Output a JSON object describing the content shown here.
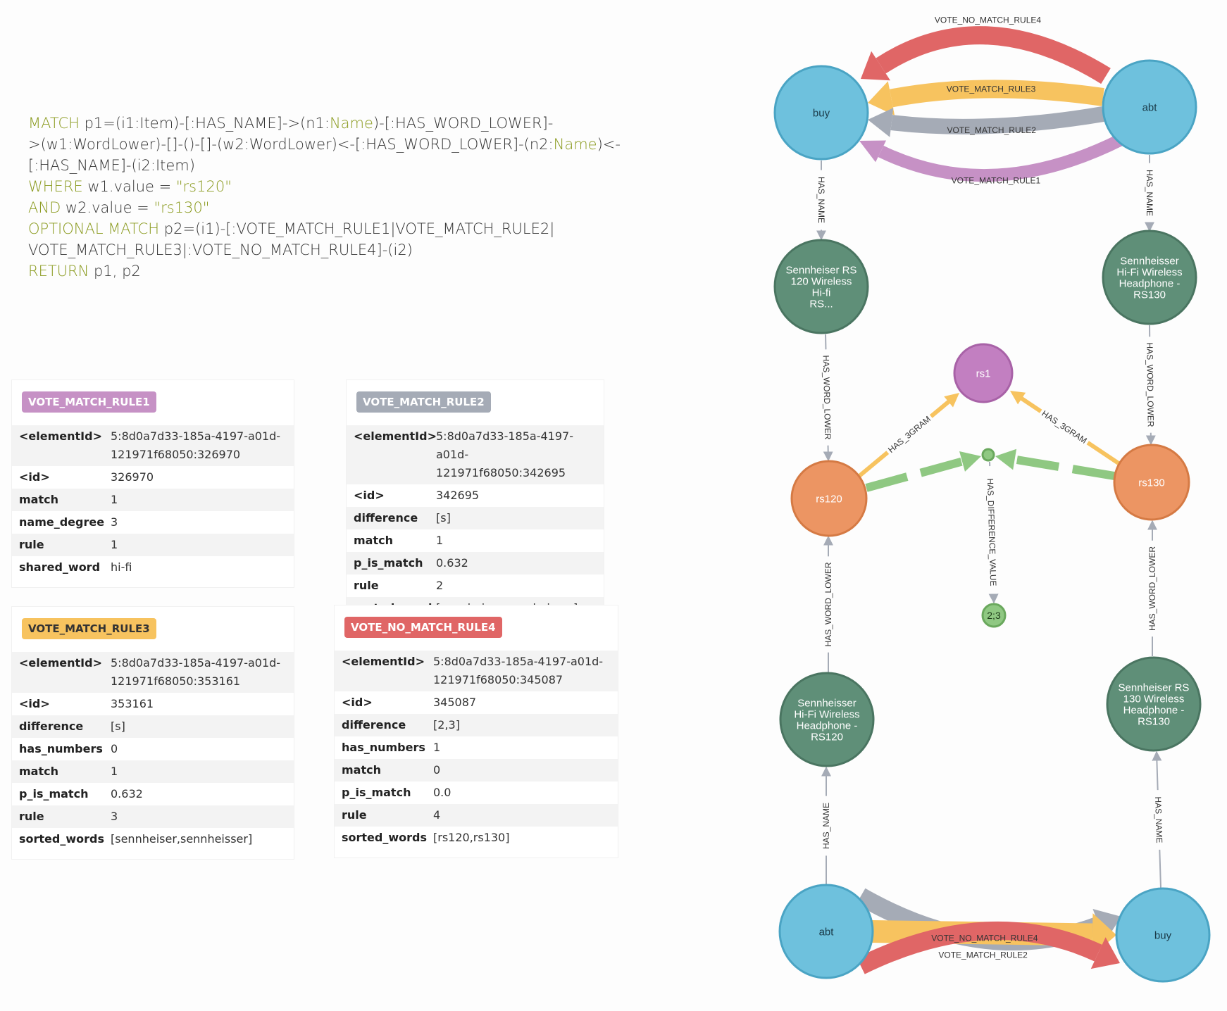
{
  "query": {
    "lines": [
      [
        {
          "t": "MATCH ",
          "kw": true
        },
        {
          "t": "p1=(i1:Item)-[:HAS_NAME]->(n1:"
        },
        {
          "t": "Name",
          "kw": true
        },
        {
          "t": ")-[:HAS_WORD_LOWER]-"
        }
      ],
      [
        {
          "t": ">(w1:WordLower)-[]-()-[]-(w2:WordLower)<-[:HAS_WORD_LOWER]-(n2:"
        },
        {
          "t": "Name",
          "kw": true
        },
        {
          "t": ")<-"
        }
      ],
      [
        {
          "t": "[:HAS_NAME]-(i2:Item)"
        }
      ],
      [
        {
          "t": "WHERE ",
          "kw": true
        },
        {
          "t": "w1.value = "
        },
        {
          "t": "\"rs120\"",
          "kw": true
        }
      ],
      [
        {
          "t": "AND ",
          "kw": true
        },
        {
          "t": "w2.value = "
        },
        {
          "t": "\"rs130\"",
          "kw": true
        }
      ],
      [
        {
          "t": "OPTIONAL MATCH ",
          "kw": true
        },
        {
          "t": "p2=(i1)-[:VOTE_MATCH_RULE1|VOTE_MATCH_RULE2|"
        }
      ],
      [
        {
          "t": "VOTE_MATCH_RULE3|:VOTE_NO_MATCH_RULE4]-(i2)"
        }
      ],
      [
        {
          "t": "RETURN ",
          "kw": true
        },
        {
          "t": "p1, p2"
        }
      ]
    ]
  },
  "panels": [
    {
      "id": "rule1",
      "badge": "VOTE_MATCH_RULE1",
      "color": "#c691c5",
      "rows": [
        {
          "k": "<elementId>",
          "v": "5:8d0a7d33-185a-4197-a01d-121971f68050:326970"
        },
        {
          "k": "<id>",
          "v": "326970"
        },
        {
          "k": "match",
          "v": "1"
        },
        {
          "k": "name_degree",
          "v": "3"
        },
        {
          "k": "rule",
          "v": "1"
        },
        {
          "k": "shared_word",
          "v": "hi-fi"
        }
      ]
    },
    {
      "id": "rule2",
      "badge": "VOTE_MATCH_RULE2",
      "color": "#a5abb6",
      "rows": [
        {
          "k": "<elementId>",
          "v": "5:8d0a7d33-185a-4197-a01d-121971f68050:342695"
        },
        {
          "k": "<id>",
          "v": "342695"
        },
        {
          "k": "difference",
          "v": "[s]"
        },
        {
          "k": "match",
          "v": "1"
        },
        {
          "k": "p_is_match",
          "v": "0.632"
        },
        {
          "k": "rule",
          "v": "2"
        },
        {
          "k": "sorted_words",
          "v": "[sennheiser,sennheisser]"
        }
      ]
    },
    {
      "id": "rule3",
      "badge": "VOTE_MATCH_RULE3",
      "color": "#f7c35f",
      "dark": true,
      "rows": [
        {
          "k": "<elementId>",
          "v": "5:8d0a7d33-185a-4197-a01d-121971f68050:353161"
        },
        {
          "k": "<id>",
          "v": "353161"
        },
        {
          "k": "difference",
          "v": "[s]"
        },
        {
          "k": "has_numbers",
          "v": "0"
        },
        {
          "k": "match",
          "v": "1"
        },
        {
          "k": "p_is_match",
          "v": "0.632"
        },
        {
          "k": "rule",
          "v": "3"
        },
        {
          "k": "sorted_words",
          "v": "[sennheiser,sennheisser]"
        }
      ]
    },
    {
      "id": "rule4",
      "badge": "VOTE_NO_MATCH_RULE4",
      "color": "#e06666",
      "rows": [
        {
          "k": "<elementId>",
          "v": "5:8d0a7d33-185a-4197-a01d-121971f68050:345087"
        },
        {
          "k": "<id>",
          "v": "345087"
        },
        {
          "k": "difference",
          "v": "[2,3]"
        },
        {
          "k": "has_numbers",
          "v": "1"
        },
        {
          "k": "match",
          "v": "0"
        },
        {
          "k": "p_is_match",
          "v": "0.0"
        },
        {
          "k": "rule",
          "v": "4"
        },
        {
          "k": "sorted_words",
          "v": "[rs120,rs130]"
        }
      ]
    }
  ],
  "graph": {
    "colors": {
      "item": "#6ec1dd",
      "item_stroke": "#4aa4c4",
      "name": "#5f8f78",
      "name_stroke": "#4a7561",
      "word": "#ec9563",
      "word_stroke": "#d57a44",
      "gram": "#c27fc1",
      "gram_stroke": "#a862a7",
      "diff": "#8fc882",
      "diff_stroke": "#6aa85d",
      "rule1": "#c691c5",
      "rule2": "#a5abb6",
      "rule3": "#f7c35f",
      "rule4": "#e06666",
      "edge": "#a5abb6"
    },
    "nodes": [
      {
        "id": "buy_top",
        "label": [
          "buy"
        ],
        "kind": "item"
      },
      {
        "id": "abt_top",
        "label": [
          "abt"
        ],
        "kind": "item"
      },
      {
        "id": "name_l",
        "label": [
          "Sennheiser RS",
          "120 Wireless",
          "Hi-fi",
          "RS..."
        ],
        "kind": "name"
      },
      {
        "id": "name_r",
        "label": [
          "Sennheisser",
          "Hi-Fi Wireless",
          "Headphone -",
          "RS130"
        ],
        "kind": "name"
      },
      {
        "id": "rs1",
        "label": [
          "rs1"
        ],
        "kind": "gram"
      },
      {
        "id": "rs120",
        "label": [
          "rs120"
        ],
        "kind": "word"
      },
      {
        "id": "rs130",
        "label": [
          "rs130"
        ],
        "kind": "word"
      },
      {
        "id": "diffpt",
        "label": [],
        "kind": "diff"
      },
      {
        "id": "diffval",
        "label": [
          "2;3"
        ],
        "kind": "diff"
      },
      {
        "id": "name_bl",
        "label": [
          "Sennheisser",
          "Hi-Fi Wireless",
          "Headphone -",
          "RS120"
        ],
        "kind": "name"
      },
      {
        "id": "name_br",
        "label": [
          "Sennheiser RS",
          "130 Wireless",
          "Headphone -",
          "RS130"
        ],
        "kind": "name"
      },
      {
        "id": "abt_bot",
        "label": [
          "abt"
        ],
        "kind": "item"
      },
      {
        "id": "buy_bot",
        "label": [
          "buy"
        ],
        "kind": "item"
      }
    ],
    "edges": [
      {
        "id": "e_top_r4",
        "label": "VOTE_NO_MATCH_RULE4",
        "kind": "rule4"
      },
      {
        "id": "e_top_r3",
        "label": "VOTE_MATCH_RULE3",
        "kind": "rule3"
      },
      {
        "id": "e_top_r2",
        "label": "VOTE_MATCH_RULE2",
        "kind": "rule2"
      },
      {
        "id": "e_top_r1",
        "label": "VOTE_MATCH_RULE1",
        "kind": "rule1"
      },
      {
        "id": "e_hn_l",
        "label": "HAS_NAME",
        "kind": "edge"
      },
      {
        "id": "e_hn_r",
        "label": "HAS_NAME",
        "kind": "edge"
      },
      {
        "id": "e_hwl_l",
        "label": "HAS_WORD_LOWER",
        "kind": "edge"
      },
      {
        "id": "e_hwl_r",
        "label": "HAS_WORD_LOWER",
        "kind": "edge"
      },
      {
        "id": "e_3g_l",
        "label": "HAS_3GRAM",
        "kind": "rule3"
      },
      {
        "id": "e_3g_r",
        "label": "HAS_3GRAM",
        "kind": "rule3"
      },
      {
        "id": "e_dv",
        "label": "HAS_DIFFERENCE_VALUE",
        "kind": "edge"
      },
      {
        "id": "e_hwl_bl",
        "label": "HAS_WORD_LOWER",
        "kind": "edge"
      },
      {
        "id": "e_hwl_br",
        "label": "HAS_WORD_LOWER",
        "kind": "edge"
      },
      {
        "id": "e_hn_bl",
        "label": "HAS_NAME",
        "kind": "edge"
      },
      {
        "id": "e_hn_br",
        "label": "HAS_NAME",
        "kind": "edge"
      },
      {
        "id": "e_bot_r2",
        "label": "VOTE_MATCH_RULE2",
        "kind": "rule2"
      },
      {
        "id": "e_bot_r3",
        "label": "VOTE_MATCH_RULE3",
        "kind": "rule3"
      },
      {
        "id": "e_bot_r4",
        "label": "VOTE_NO_MATCH_RULE4",
        "kind": "rule4"
      }
    ]
  }
}
